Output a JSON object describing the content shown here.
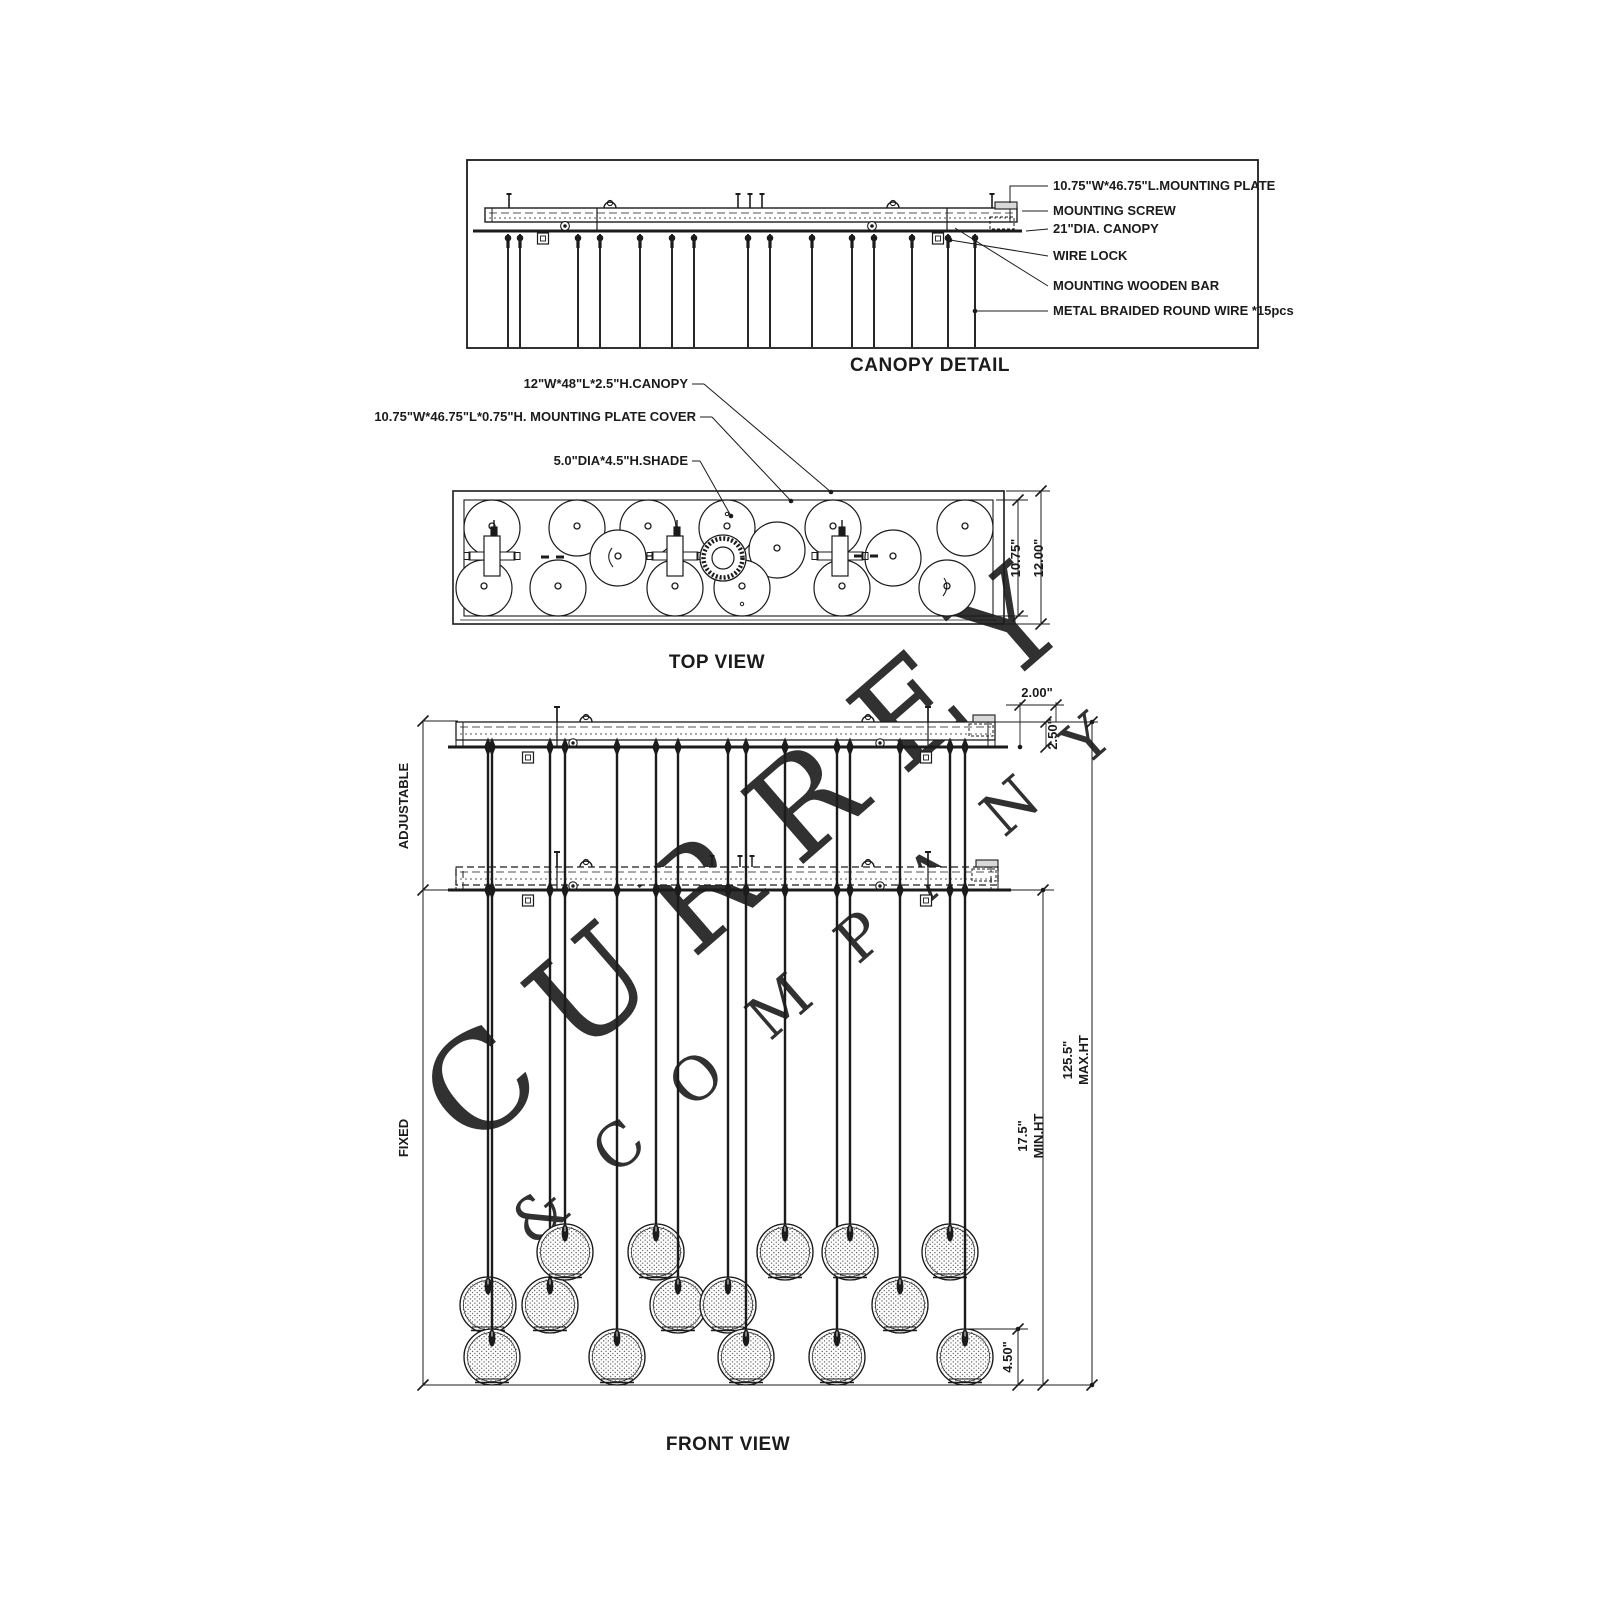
{
  "watermark": {
    "line1": "CURREY",
    "line2": "& C O M P A N Y",
    "color": "#9d9d9d"
  },
  "canopy_detail": {
    "title": "CANOPY DETAIL",
    "labels": {
      "mounting_plate": "10.75\"W*46.75\"L.MOUNTING PLATE",
      "mounting_screw": "MOUNTING SCREW",
      "canopy": "21\"DIA. CANOPY",
      "wire_lock": "WIRE LOCK",
      "wooden_bar": "MOUNTING  WOODEN BAR",
      "braided_wire": "METAL BRAIDED ROUND WIRE *15pcs"
    }
  },
  "top_view": {
    "title": "TOP VIEW",
    "labels": {
      "canopy": "12\"W*48\"L*2.5\"H.CANOPY",
      "plate_cover": "10.75\"W*46.75\"L*0.75\"H. MOUNTING PLATE COVER",
      "shade": "5.0\"DIA*4.5\"H.SHADE"
    },
    "dims": {
      "plate_width": "10.75\"",
      "canopy_width": "12.00\""
    }
  },
  "front_view": {
    "title": "FRONT VIEW",
    "dims": {
      "offset": "2.00\"",
      "canopy_height": "2.50\"",
      "adjustable": "ADJUSTABLE",
      "fixed": "FIXED",
      "min_height_value": "17.5\"",
      "min_height_label": "MIN.HT",
      "max_height_value": "125.5\"",
      "max_height_label": "MAX.HT",
      "shade_height": "4.50\""
    }
  }
}
